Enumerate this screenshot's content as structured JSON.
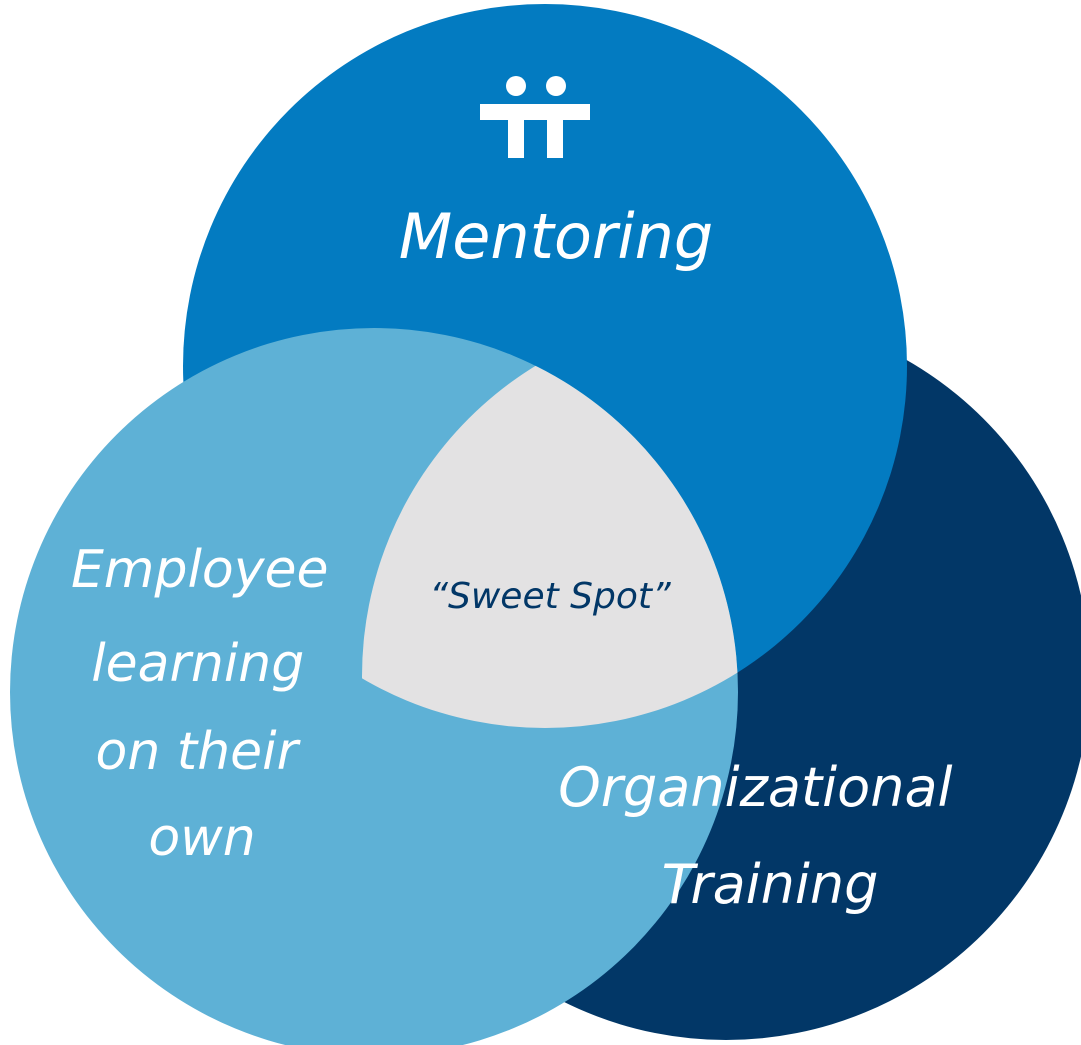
{
  "diagram": {
    "circles": {
      "mentoring": {
        "label_lines": [
          "Mentoring"
        ],
        "color": "#037BC1",
        "icon": "people-icon"
      },
      "employee_learning": {
        "label_lines": [
          "Employee",
          "learning",
          "on their",
          "own"
        ],
        "color": "#5EB1D6"
      },
      "organizational_training": {
        "label_lines": [
          "Organizational",
          "Training"
        ],
        "color": "#023767"
      }
    },
    "center": {
      "label": "“Sweet Spot”",
      "color": "#E3E2E3",
      "text_color": "#023767"
    },
    "background": "#FFFFFF"
  }
}
